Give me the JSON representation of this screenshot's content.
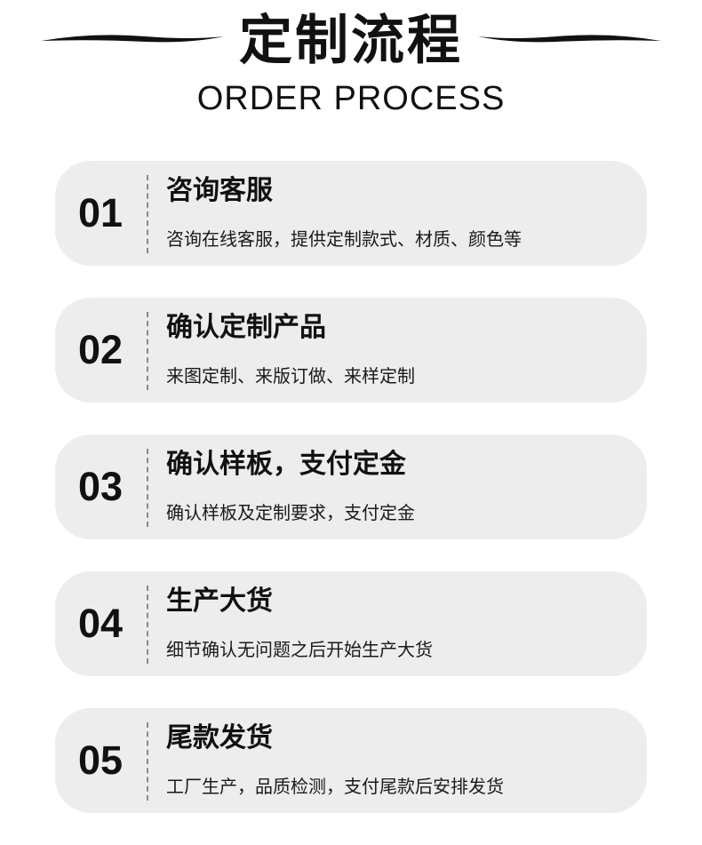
{
  "header": {
    "title_cn": "定制流程",
    "title_en": "ORDER PROCESS"
  },
  "steps": [
    {
      "number": "01",
      "title": "咨询客服",
      "desc": "咨询在线客服，提供定制款式、材质、颜色等"
    },
    {
      "number": "02",
      "title": "确认定制产品",
      "desc": "来图定制、来版订做、来样定制"
    },
    {
      "number": "03",
      "title": "确认样板，支付定金",
      "desc": "确认样板及定制要求，支付定金"
    },
    {
      "number": "04",
      "title": "生产大货",
      "desc": "细节确认无问题之后开始生产大货"
    },
    {
      "number": "05",
      "title": "尾款发货",
      "desc": "工厂生产，品质检测，支付尾款后安排发货"
    }
  ],
  "colors": {
    "card_bg": "#ededed",
    "text": "#111111",
    "divider": "#8a8a8a"
  }
}
